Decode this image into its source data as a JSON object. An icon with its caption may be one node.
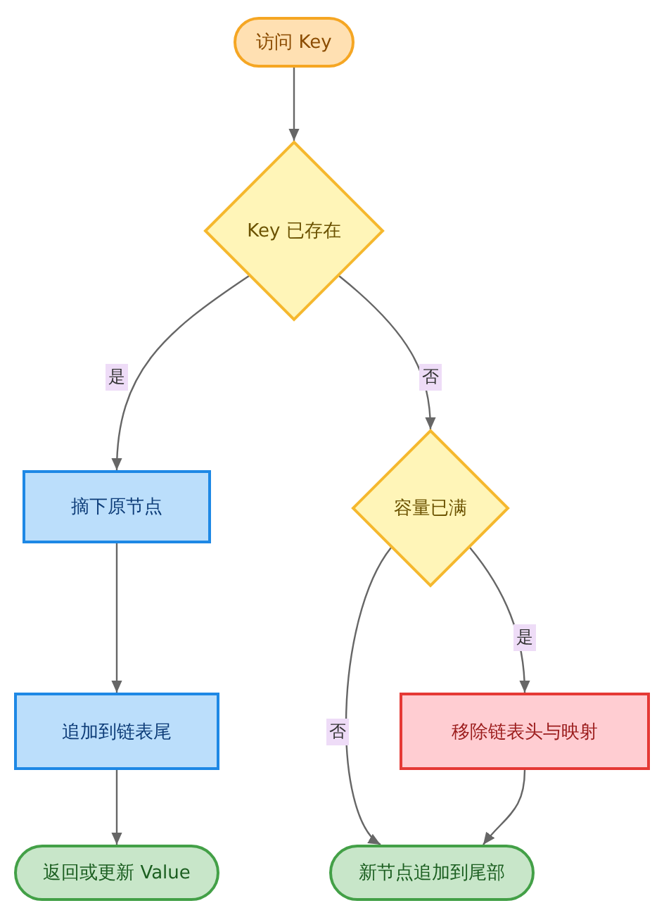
{
  "diagram": {
    "nodes": [
      {
        "text": [
          "访问 Key"
        ]
      },
      {
        "text": [
          "Key 已存在"
        ]
      },
      {
        "text": [
          "摘下原节点"
        ]
      },
      {
        "text": [
          "容量已满"
        ]
      },
      {
        "text": [
          "追加到链表尾"
        ]
      },
      {
        "text": [
          "移除链表头与映射"
        ]
      },
      {
        "text": [
          "返回或更新 Value"
        ]
      },
      {
        "text": [
          "新节点追加到尾部"
        ]
      }
    ],
    "edges": [
      {
        "from": 0,
        "to": 1,
        "arrow": "to"
      },
      {
        "from": 1,
        "to": 2,
        "arrow": "to",
        "label": "是"
      },
      {
        "from": 1,
        "to": 3,
        "arrow": "to",
        "label": "否"
      },
      {
        "from": 2,
        "to": 4,
        "arrow": "to"
      },
      {
        "from": 4,
        "to": 6,
        "arrow": "to"
      },
      {
        "from": 3,
        "to": 5,
        "arrow": "to",
        "label": "是"
      },
      {
        "from": 3,
        "to": 7,
        "arrow": "to",
        "label": "否"
      },
      {
        "from": 5,
        "to": 7,
        "arrow": "to"
      }
    ]
  }
}
